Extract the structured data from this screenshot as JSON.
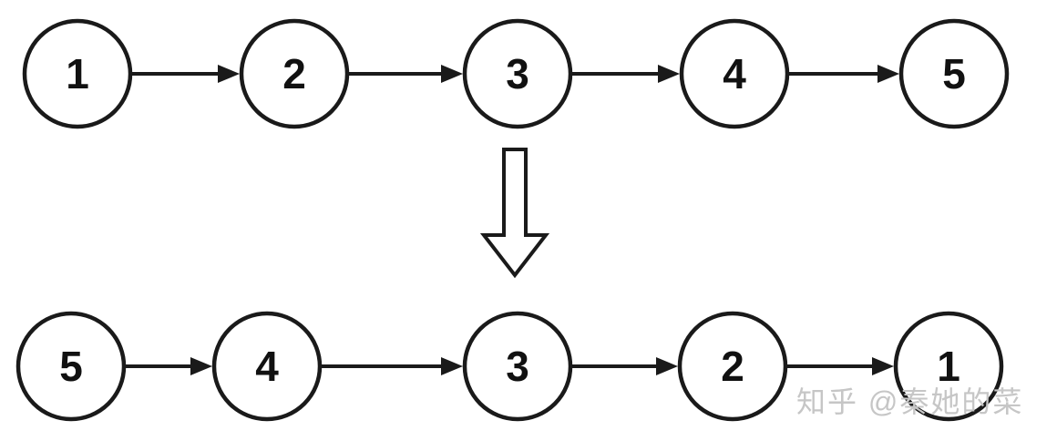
{
  "top_list": {
    "nodes": [
      "1",
      "2",
      "3",
      "4",
      "5"
    ]
  },
  "bottom_list": {
    "nodes": [
      "5",
      "4",
      "3",
      "2",
      "1"
    ]
  },
  "watermark": {
    "text": "知乎 @秦她的菜"
  },
  "colors": {
    "stroke": "#1a1a1a",
    "node_fill": "#ffffff",
    "number": "#111111",
    "watermark": "#c6c6c6",
    "background": "#ffffff"
  }
}
